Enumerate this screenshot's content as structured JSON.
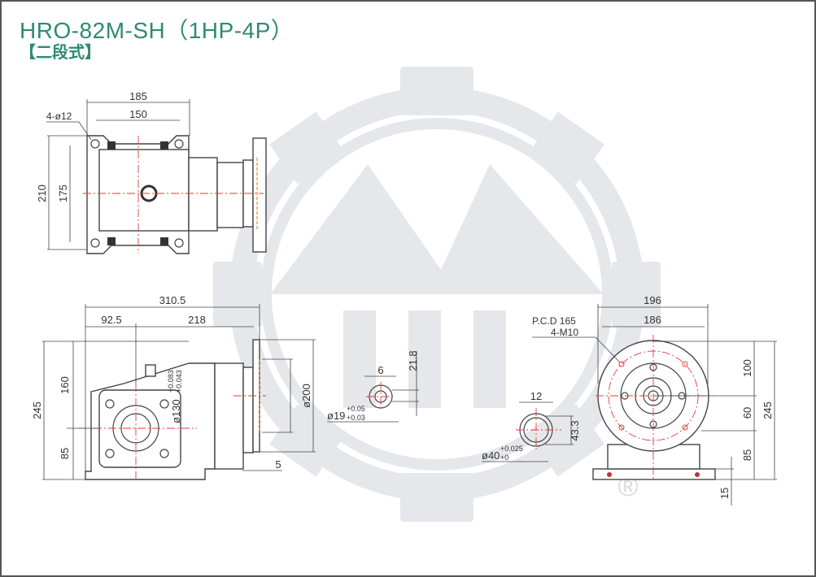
{
  "header": {
    "title": "HRO-82M-SH（1HP-4P）",
    "subtitle": "【二段式】"
  },
  "top_view": {
    "width_outer": "185",
    "width_inner": "150",
    "holes": "4-ø12",
    "height_outer": "210",
    "height_inner": "175"
  },
  "side_view": {
    "total_length": "310.5",
    "offset": "92.5",
    "length_right": "218",
    "total_height": "245",
    "upper_height": "160",
    "lower_height": "85",
    "flange_pilot": "ø130",
    "flange_pilot_tol_upper": "+0.083",
    "flange_pilot_tol_lower": "+0.043",
    "flange_dia": "ø200",
    "flange_thickness": "5"
  },
  "input_shaft": {
    "key_width": "6",
    "key_height": "21.8",
    "dia": "ø19",
    "tol_upper": "+0.05",
    "tol_lower": "+0.03"
  },
  "output_bore": {
    "key_width": "12",
    "key_height": "43.3",
    "dia": "ø40",
    "tol_upper": "+0.025",
    "tol_lower": "+0"
  },
  "front_view": {
    "width_outer": "196",
    "width_inner": "186",
    "pcd": "P.C.D 165",
    "tapped_holes": "4-M10",
    "dim_upper": "100",
    "dim_mid": "60",
    "total_height": "245",
    "lower_height": "85",
    "base_thickness": "15"
  },
  "watermark": {
    "mark": "®"
  },
  "colors": {
    "title": "#2e8a74",
    "center_line": "#e8393a",
    "hidden": "#f08a2a",
    "watermark": "#e6e7ea"
  }
}
